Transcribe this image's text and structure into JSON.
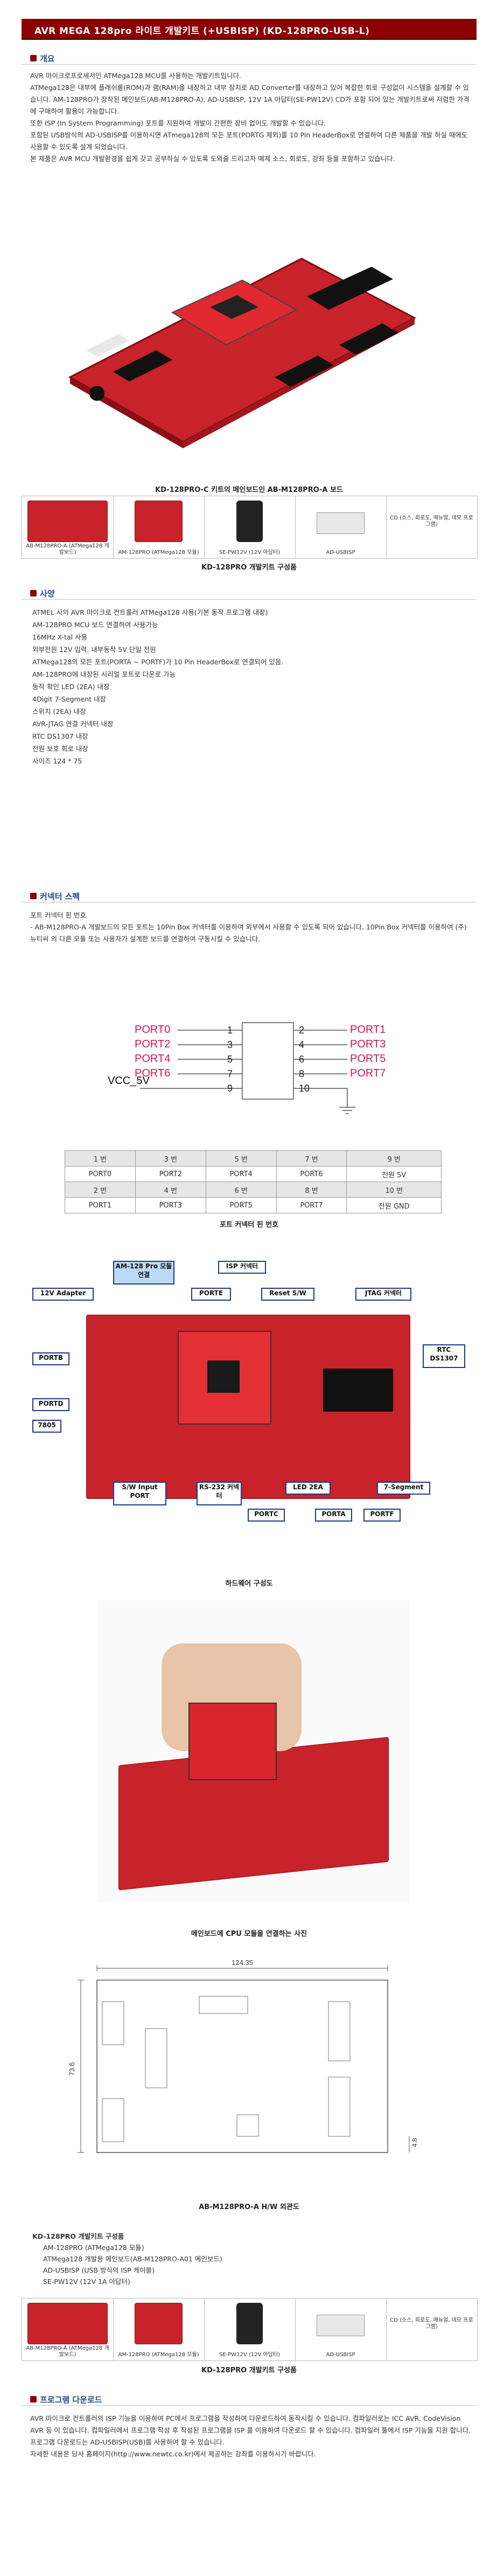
{
  "title": "AVR MEGA 128pro 라이트 개발키트 (+USBISP) (KD-128PRO-USB-L)",
  "overview": {
    "heading": "개요",
    "paragraphs": [
      "AVR 마이크로프로세서인 ATMega128 MCU를 사용하는 개발키트입니다.",
      "ATMega128은 내부에 플래쉬롬(ROM)과 램(RAM)을 내장하고 내부 장치로 AD Converter를 내장하고 있어 복잡한 회로 구성없이 시스템을 설계할 수 있습니다. AM-128PRO가 장착된 메인보드(AB-M128PRO-A), AD-USBISP, 12V 1A 아답터(SE-PW12V) CD가 포함 되어 있는 개발키트로써 저렴한 가격에 구매하여 활용이 가능합니다.",
      "또한 ISP (In System Programming) 포트를 지원하여 개발이 간편한 장비 없이도 개발할 수 있습니다.",
      "포함된 USB방식의 AD-USBISP를 이용하시면 ATmega128의 모든 포트(PORTG 제외)를 10 Pin HeaderBox로 연결하여 다른 제품을 개발 하실 때에도 사용할 수 있도록 설계 되었습니다.",
      "본 제품은 AVR MCU 개발환경을 쉽게 갖고 공부하실 수 있도록 도와줄 드리고자 예제 소스, 회로도, 강좌 등을 포함하고 있습니다."
    ]
  },
  "kit_caption_top": "KD-128PRO-C 키트의 메인보드인 AB-M128PRO-A 보드",
  "kit_items": [
    {
      "label": "AB-M128PRO-A (ATMega128 개발보드)"
    },
    {
      "label": "AM-128PRO (ATMega128 모듈)"
    },
    {
      "label": "SE-PW12V (12V 아답터)"
    },
    {
      "label": "AD-USBISP"
    },
    {
      "label": "CD (소스, 회로도, 매뉴얼, 데모 프로그램)"
    }
  ],
  "kit_caption": "KD-128PRO 개발키트 구성품",
  "spec": {
    "heading": "사양",
    "items": [
      "ATMEL 사의 AVR 마이크로 컨트롤러 ATMega128 사용(기본 동작 프로그램 내장)",
      "AM-128PRO MCU 보드 연결하여 사용가능",
      "16MHz X-tal 사용",
      "외부전원 12V 입력, 내부동작 5V 단일 전원",
      "ATMega128의 모든 포트(PORTA ~ PORTF)가 10 Pin HeaderBox로 연결되어 있음.",
      "AM-128PRO에 내장된 시리얼 포트로 다운로 가능",
      "동작 확인 LED (2EA) 내장",
      "4Digit 7-Segment 내장",
      "스위치 (2EA) 내장",
      "AVR-JTAG 연결 커넥터 내장",
      "RTC DS1307 내장",
      "전원 보호 회로 내장",
      "사이즈 124 * 75"
    ]
  },
  "connector": {
    "heading": "커넥터 스펙",
    "paragraphs": [
      "포트 커넥터 핀 번호",
      "- AB-M128PRO-A 개발보드의 모든 포트는 10Pin Box 커넥터를 이용하여 외부에서 사용할 수 있도록 되어 있습니다. 10Pin Box 커넥터를 이용하여 (주)뉴티씨 의 다른 모듈 또는 사용자가 설계한 보드를 연결하여 구동시킬 수 있습니다."
    ],
    "diagram": {
      "left": [
        {
          "name": "PORT0",
          "pin": "1"
        },
        {
          "name": "PORT2",
          "pin": "3"
        },
        {
          "name": "PORT4",
          "pin": "5"
        },
        {
          "name": "PORT6",
          "pin": "7"
        },
        {
          "name": "",
          "pin": "9"
        }
      ],
      "right": [
        {
          "name": "PORT1",
          "pin": "2"
        },
        {
          "name": "PORT3",
          "pin": "4"
        },
        {
          "name": "PORT5",
          "pin": "6"
        },
        {
          "name": "PORT7",
          "pin": "8"
        },
        {
          "name": "",
          "pin": "10"
        }
      ],
      "vcc": "VCC_5V"
    },
    "table": {
      "rows": [
        [
          "1 번",
          "3 번",
          "5 번",
          "7 번",
          "9 번"
        ],
        [
          "PORT0",
          "PORT2",
          "PORT4",
          "PORT6",
          "전원 5V"
        ],
        [
          "2 번",
          "4 번",
          "6 번",
          "8 번",
          "10 번"
        ],
        [
          "PORT1",
          "PORT3",
          "PORT5",
          "PORT7",
          "전원 GND"
        ]
      ]
    },
    "table_caption": "포트 커넥터 핀 번호"
  },
  "hardware": {
    "labels": {
      "module": "AM-128 Pro 모듈 연결",
      "isp": "ISP 커넥터",
      "adapter": "12V Adapter",
      "porte": "PORTE",
      "reset": "Reset S/W",
      "jtag": "JTAG 커넥터",
      "portb": "PORTB",
      "rtc": "RTC DS1307",
      "portd": "PORTD",
      "reg": "7805",
      "switch": "S/W Input PORT",
      "rs232": "RS-232 커넥터",
      "led": "LED 2EA",
      "seg": "7-Segment",
      "portc": "PORTC",
      "porta": "PORTA",
      "portf": "PORTF"
    },
    "caption": "하드웨어 구성도"
  },
  "photo_caption": "메인보드에 CPU 모듈을 연결하는 사진",
  "drawing": {
    "width_label": "124.35",
    "height_label": "73.6",
    "small_label": "4.8",
    "caption": "AB-M128PRO-A H/W 외관도"
  },
  "kit_list": {
    "title": "KD-128PRO 개발키트 구성품",
    "items": [
      "AM-128PRO (ATMega128 모듈)",
      "ATMega128 개발용 메인보드(AB-M128PRO-A01 메인보드)",
      "AD-USBISP (USB 방식의 ISP 케이블)",
      "SE-PW12V (12V 1A 아답터)"
    ]
  },
  "kit_caption2": "KD-128PRO 개발키트 구성품",
  "download": {
    "heading": "프로그램 다운로드",
    "paragraphs": [
      "AVR 마이크로 컨트롤러의 ISP 기능을 이용하여 PC에서 프로그램을 작성하여 다운로드하여 동작시킬 수 있습니다. 컴파일러로는 ICC AVR, CodeVision AVR 등 이 있습니다. 컴파일러에서 프로그램 작성 후 작성된 프로그램을 ISP 를 이용하여 다운로드 할 수 있습니다. 컴파일러 툴에서 ISP 기능을 지원 합니다.",
      "프로그램 다운로드는 AD-USBISP(USB)를 사용하여 할 수 있습니다.",
      "자세한 내용은 당사 홈페이지(http://www.newtc.co.kr)에서 제공하는 강좌를 이용하시기 바랍니다."
    ]
  },
  "colors": {
    "title_bg": "#8b0000",
    "heading": "#1f4f8b",
    "pcb": "#c8222a",
    "diagram_port": "#d4145a",
    "label_border": "#1a3a8a"
  }
}
